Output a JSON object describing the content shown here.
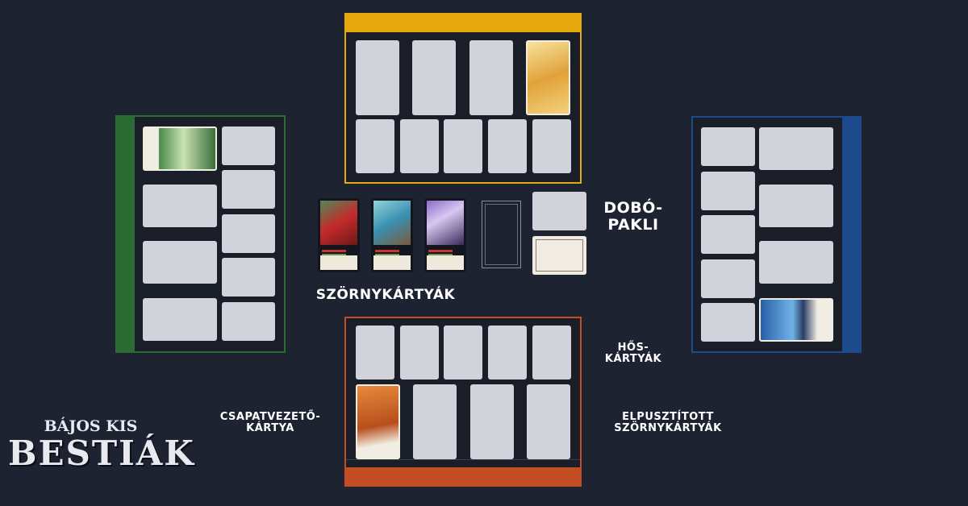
{
  "labels": {
    "discard_deck": "DOBÓ-\nPAKLI",
    "monster_cards": "SZÖRNYKÁRTYÁK",
    "hero_cards": "HŐS-\nKÁRTYÁK",
    "leader_card": "CSAPATVEZETŐ-\nKÁRTYA",
    "destroyed_monsters": "ELPUSZTÍTOTT\nSZÖRNYKÁRTYÁK"
  },
  "logo": {
    "line1": "BÁJOS KIS",
    "line2": "BESTIÁK"
  },
  "colors": {
    "background": "#1e2332",
    "slot": "#d2d3da",
    "yellow": "#e8a90f",
    "green": "#2c6b34",
    "blue": "#1c4a8c",
    "orange": "#c44e24"
  }
}
